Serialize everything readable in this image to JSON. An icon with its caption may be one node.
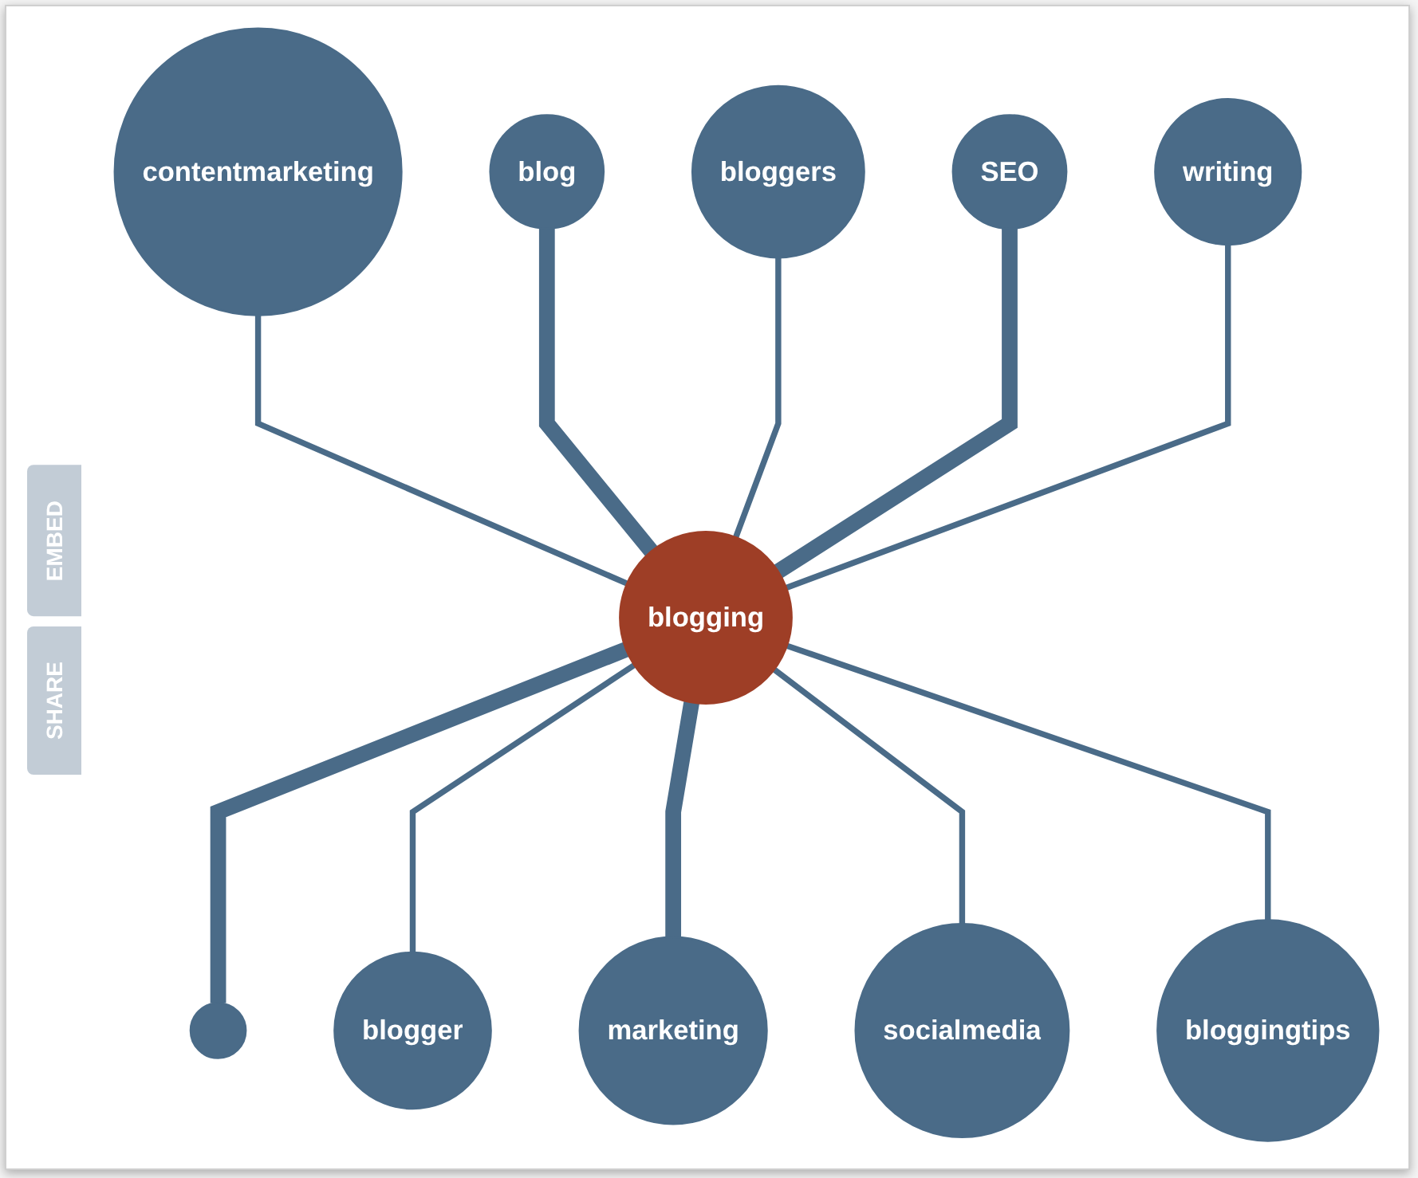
{
  "diagram": {
    "nodes": [
      {
        "text": [
          "contentmarketing"
        ]
      },
      {
        "text": [
          "blog"
        ]
      },
      {
        "text": [
          "bloggers"
        ]
      },
      {
        "text": [
          "SEO"
        ]
      },
      {
        "text": [
          "writing"
        ]
      },
      {
        "text": [
          "blogging"
        ]
      },
      {
        "text": [],
        "shape": "circle"
      },
      {
        "text": [
          "blogger"
        ]
      },
      {
        "text": [
          "marketing"
        ]
      },
      {
        "text": [
          "socialmedia"
        ]
      },
      {
        "text": [
          "bloggingtips"
        ]
      }
    ],
    "edges": [
      {
        "from": 0,
        "to": 5,
        "arrow": "none"
      },
      {
        "from": 1,
        "to": 5,
        "arrow": "none",
        "style": "thick"
      },
      {
        "from": 2,
        "to": 5,
        "arrow": "none"
      },
      {
        "from": 3,
        "to": 5,
        "arrow": "none",
        "style": "thick"
      },
      {
        "from": 4,
        "to": 5,
        "arrow": "none"
      },
      {
        "from": 5,
        "to": 6,
        "arrow": "none",
        "style": "thick"
      },
      {
        "from": 5,
        "to": 7,
        "arrow": "none"
      },
      {
        "from": 5,
        "to": 8,
        "arrow": "none",
        "style": "thick"
      },
      {
        "from": 5,
        "to": 9,
        "arrow": "none"
      },
      {
        "from": 5,
        "to": 10,
        "arrow": "none"
      }
    ],
    "labels": [
      "EMBED",
      "SHARE"
    ]
  }
}
